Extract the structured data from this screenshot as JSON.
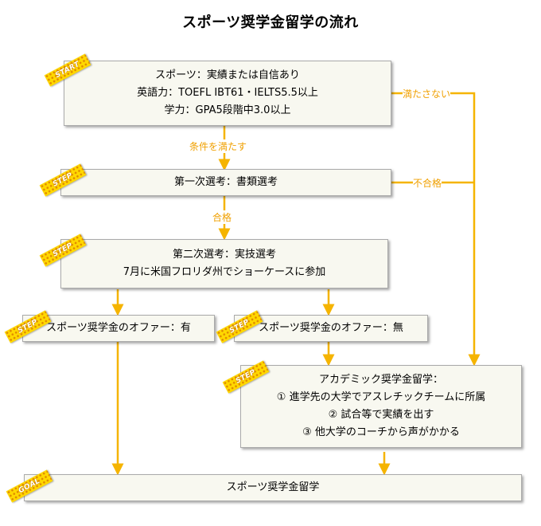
{
  "title": "スポーツ奨学金留学の流れ",
  "tags": {
    "start": "START",
    "step": "STEP",
    "goal": "GOAL"
  },
  "boxes": {
    "requirements": [
      "スポーツ：実績または自信あり",
      "英語力：TOEFL IBT61・IELTS5.5以上",
      "学力：GPA5段階中3.0以上"
    ],
    "first_selection": "第一次選考：書類選考",
    "second_selection": [
      "第二次選考：実技選考",
      "7月に米国フロリダ州でショーケースに参加"
    ],
    "offer_yes": "スポーツ奨学金のオファー：有",
    "offer_no": "スポーツ奨学金のオファー：無",
    "academic": [
      "アカデミック奨学金留学：",
      "① 進学先の大学でアスレチックチームに所属",
      "② 試合等で実績を出す",
      "③ 他大学のコーチから声がかかる"
    ],
    "goal": "スポーツ奨学金留学"
  },
  "edge_labels": {
    "meets_conditions": "条件を満たす",
    "passed": "合格",
    "not_met": "満たさない",
    "failed": "不合格"
  },
  "colors": {
    "arrow": "#f5b400",
    "label": "#f0a000",
    "tag": "#ffd800"
  }
}
